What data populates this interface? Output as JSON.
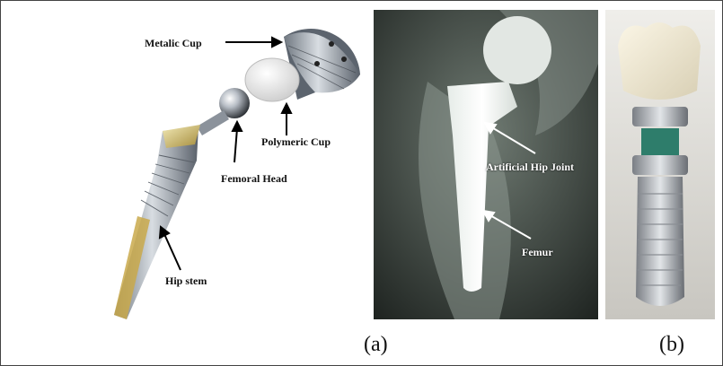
{
  "figure": {
    "labels": {
      "metalic_cup": "Metalic Cup",
      "polymeric_cup": "Polymeric Cup",
      "femoral_head": "Femoral Head",
      "hip_stem": "Hip stem"
    },
    "xray_labels": {
      "artificial_hip_joint": "Artificial Hip Joint",
      "femur": "Femur"
    },
    "captions": {
      "a": "(a)",
      "b": "(b)"
    }
  }
}
